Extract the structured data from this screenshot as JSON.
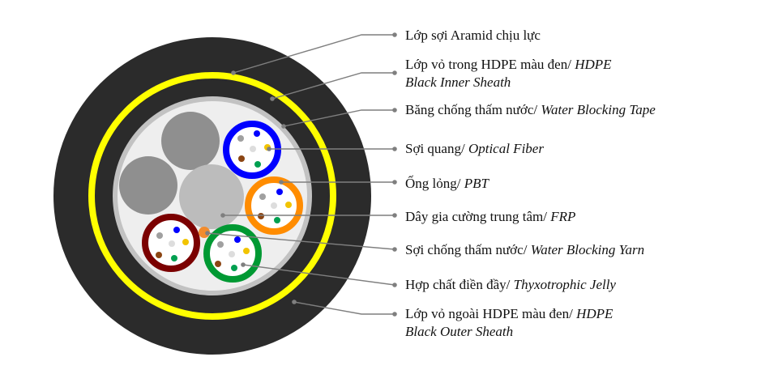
{
  "colors": {
    "outer_sheath": "#2b2b2b",
    "inner_sheath": "#2b2b2b",
    "aramid_ring": "#ffff00",
    "water_blocking_tape": "#bdbdbd",
    "jelly": "#eeeeee",
    "filler_rod": "#8f8f8f",
    "frp": "#bcbcbc",
    "water_blocking_yarn": "#f28c2e",
    "leader_line": "#7f7f7f",
    "tube_colors": [
      "#0000ff",
      "#ff8c00",
      "#006400",
      "#7b0000"
    ]
  },
  "labels": [
    {
      "text": "Lớp sợi Aramid chịu lực",
      "italic": ""
    },
    {
      "text": "Lớp vỏ trong HDPE màu đen/ ",
      "italic": "HDPE",
      "line2": "Black Inner Sheath"
    },
    {
      "text": "Băng chống thấm nước/ ",
      "italic": "Water Blocking Tape"
    },
    {
      "text": "Sợi quang/ ",
      "italic": "Optical Fiber"
    },
    {
      "text": "Ống lỏng/ ",
      "italic": "PBT"
    },
    {
      "text": "Dây gia cường trung tâm/ ",
      "italic": "FRP"
    },
    {
      "text": "Sợi chống thấm nước/ ",
      "italic": "Water Blocking Yarn"
    },
    {
      "text": "Hợp chất điền đầy/ ",
      "italic": "Thyxotrophic Jelly"
    },
    {
      "text": "Lớp vỏ ngoài HDPE màu đen/ ",
      "italic": "HDPE",
      "line2": "Black Outer Sheath"
    }
  ]
}
